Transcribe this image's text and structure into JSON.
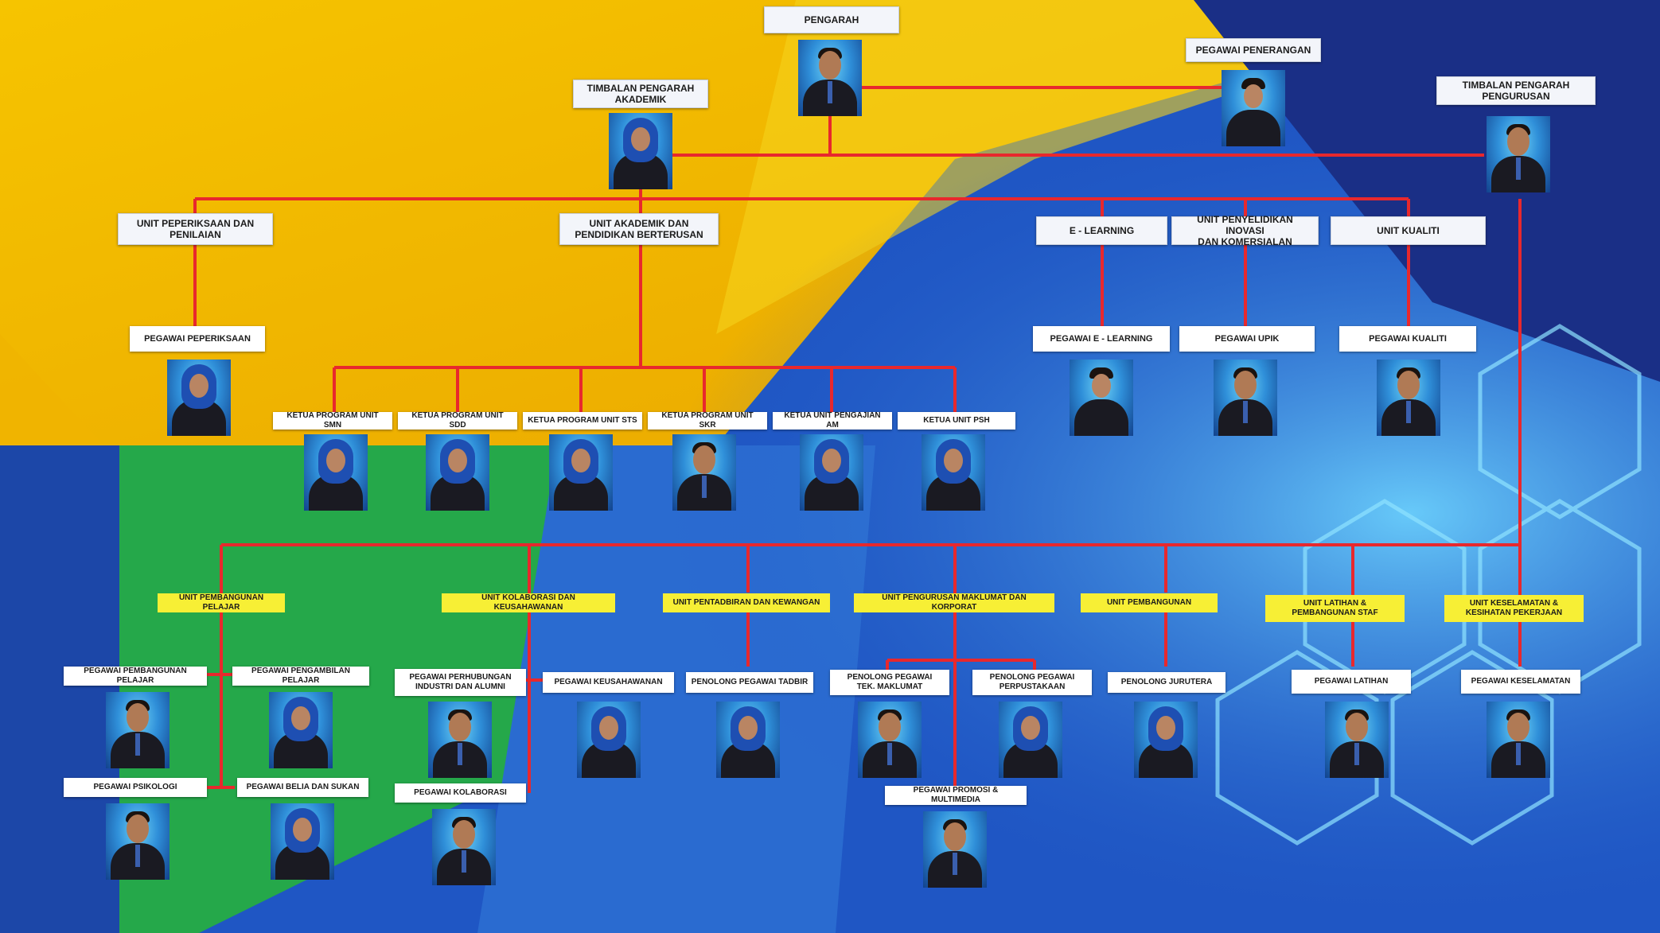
{
  "nodes": [
    {
      "id": "pengarah",
      "label": "PENGARAH"
    },
    {
      "id": "pegawai_penerangan",
      "label": "PEGAWAI PENERANGAN"
    },
    {
      "id": "timbalan_akademik",
      "label": "TIMBALAN PENGARAH\nAKADEMIK"
    },
    {
      "id": "timbalan_pengurusan",
      "label": "TIMBALAN PENGARAH\nPENGURUSAN"
    },
    {
      "id": "unit_peperiksaan",
      "label": "UNIT PEPERIKSAAN DAN\nPENILAIAN"
    },
    {
      "id": "unit_akademik",
      "label": "UNIT AKADEMIK DAN\nPENDIDIKAN BERTERUSAN"
    },
    {
      "id": "e_learning",
      "label": "E - LEARNING"
    },
    {
      "id": "unit_penyelidikan",
      "label": "UNIT PENYELIDIKAN INOVASI\nDAN KOMERSIALAN"
    },
    {
      "id": "unit_kualiti",
      "label": "UNIT KUALITI"
    },
    {
      "id": "pegawai_peperiksaan",
      "label": "PEGAWAI PEPERIKSAAN"
    },
    {
      "id": "pegawai_elearning",
      "label": "PEGAWAI E - LEARNING"
    },
    {
      "id": "pegawai_upik",
      "label": "PEGAWAI UPIK"
    },
    {
      "id": "pegawai_kualiti",
      "label": "PEGAWAI KUALITI"
    },
    {
      "id": "ketua_smn",
      "label": "KETUA PROGRAM UNIT SMN"
    },
    {
      "id": "ketua_sdd",
      "label": "KETUA PROGRAM UNIT SDD"
    },
    {
      "id": "ketua_sts",
      "label": "KETUA PROGRAM UNIT STS"
    },
    {
      "id": "ketua_skr",
      "label": "KETUA PROGRAM UNIT SKR"
    },
    {
      "id": "ketua_pengajian_am",
      "label": "KETUA UNIT PENGAJIAN AM"
    },
    {
      "id": "ketua_psh",
      "label": "KETUA UNIT PSH"
    },
    {
      "id": "unit_pembangunan_pelajar",
      "label": "UNIT PEMBANGUNAN PELAJAR"
    },
    {
      "id": "unit_kolaborasi",
      "label": "UNIT KOLABORASI DAN KEUSAHAWANAN"
    },
    {
      "id": "unit_pentadbiran",
      "label": "UNIT PENTADBIRAN DAN KEWANGAN"
    },
    {
      "id": "unit_pengurusan_maklumat",
      "label": "UNIT PENGURUSAN MAKLUMAT DAN KORPORAT"
    },
    {
      "id": "unit_pembangunan",
      "label": "UNIT PEMBANGUNAN"
    },
    {
      "id": "unit_latihan",
      "label": "UNIT LATIHAN &\nPEMBANGUNAN STAF"
    },
    {
      "id": "unit_keselamatan",
      "label": "UNIT KESELAMATAN &\nKESIHATAN PEKERJAAN"
    },
    {
      "id": "pegawai_pembangunan_pelajar",
      "label": "PEGAWAI PEMBANGUNAN PELAJAR"
    },
    {
      "id": "pegawai_pengambilan",
      "label": "PEGAWAI PENGAMBILAN PELAJAR"
    },
    {
      "id": "pegawai_psikologi",
      "label": "PEGAWAI PSIKOLOGI"
    },
    {
      "id": "pegawai_belia",
      "label": "PEGAWAI BELIA DAN SUKAN"
    },
    {
      "id": "pegawai_perhubungan",
      "label": "PEGAWAI PERHUBUNGAN\nINDUSTRI DAN ALUMNI"
    },
    {
      "id": "pegawai_keusahawanan",
      "label": "PEGAWAI KEUSAHAWANAN"
    },
    {
      "id": "pegawai_kolaborasi",
      "label": "PEGAWAI KOLABORASI"
    },
    {
      "id": "penolong_tadbir",
      "label": "PENOLONG PEGAWAI TADBIR"
    },
    {
      "id": "penolong_tek",
      "label": "PENOLONG PEGAWAI\nTEK. MAKLUMAT"
    },
    {
      "id": "penolong_perpustakaan",
      "label": "PENOLONG PEGAWAI\nPERPUSTAKAAN"
    },
    {
      "id": "pegawai_promosi",
      "label": "PEGAWAI PROMOSI & MULTIMEDIA"
    },
    {
      "id": "penolong_jurutera",
      "label": "PENOLONG JURUTERA"
    },
    {
      "id": "pegawai_latihan",
      "label": "PEGAWAI LATIHAN"
    },
    {
      "id": "pegawai_keselamatan",
      "label": "PEGAWAI KESELAMATAN"
    }
  ],
  "colors": {
    "connector": "#e8282d",
    "unit_banner": "#f7ef35",
    "label_box": "#ffffff",
    "background_yellow": "#f2b705",
    "background_blue": "#1f56c4",
    "background_green": "#25a84a"
  }
}
